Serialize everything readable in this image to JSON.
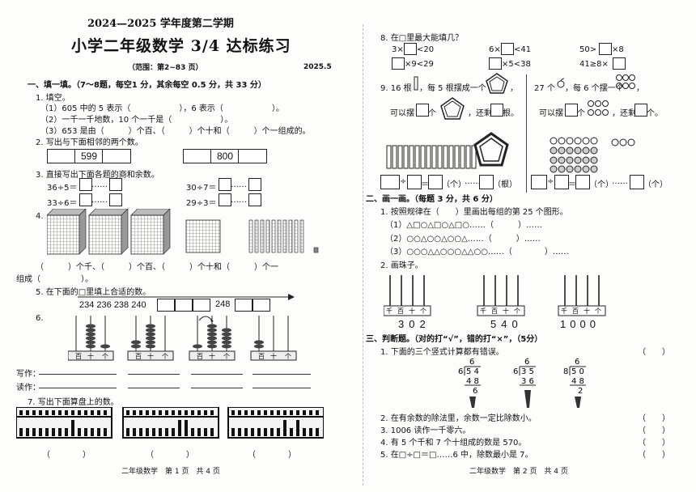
{
  "header": {
    "year": "2024—2025 学年度第二学期",
    "title": "小学二年级数学 3/4 达标练习",
    "range": "（范围：第2~83 页）",
    "date": "2025.5"
  },
  "left": {
    "sec1": "一、填一填。（7～8题，每空1 分，其余每空 0.5 分，共 33 分）",
    "q1": "1. 填空。",
    "q1_1": "（1）605 中的 5 表示（　　　　　　），6 表示（　　　　　　）。",
    "q1_2": "（2）一千一千地数，10 个一千是（　　　　　　）。",
    "q1_3": "（3）653 是由（　　　）个百、（　　　）个十和（　　　）个一组成的。",
    "q2": "2. 写出与下面相邻的两个数。",
    "q2_a": "599",
    "q2_b": "800",
    "q3": "3. 直接写出下面各题的商和余数。",
    "q3_a": "36÷5＝",
    "q3_b": "30÷7＝",
    "q3_c": "33÷6＝",
    "q3_d": "29÷3＝",
    "dots": "……",
    "q4": "4.",
    "q4_line": "（　　　）个千、（　　　）个百、（　　　）个十和（　　　）个一",
    "q4_tail": "组成（　　　　　）。",
    "q5": "5. 在下面的□里填上合适的数。",
    "q5_seq": "234  236  238  240",
    "q5_248": "248",
    "q6": "6.",
    "q6_write": "写作：",
    "q6_read": "读作：",
    "q7": "7. 写出下面算盘上的数。",
    "paren": "（　　　　）",
    "footer": "二年级数学　第 1 页　共 4 页"
  },
  "right": {
    "q8": "8. 在□里最大能填几？",
    "q8_1": "3×",
    "q8_1b": "<20",
    "q8_2": "6×",
    "q8_2b": "<41",
    "q8_3": "50>",
    "q8_3b": "×8",
    "q8_4b": "×9<29",
    "q8_5b": "×5<38",
    "q8_6": "41≥8×",
    "q9": "9. 16 根",
    "q9_b": "，每 5 根摆成一个",
    "q9_c": "，",
    "q9_can": "可以摆",
    "q9_ge": "个",
    "q9_rem": "，还剩",
    "q9_gen": "根。",
    "q9r": "27 个",
    "q9r_b": "，每 6 个摆一个",
    "q9r_c": "，",
    "q9r_ge2": "个。",
    "q9_unit1": "（个）",
    "q9_unit2": "（根）",
    "q9_unit3": "（个）",
    "q9_unit4": "（个）",
    "div": "÷",
    "eq": "＝",
    "sec2": "二、画一画。（每题 3 分，共 6 分）",
    "r1": "1. 按照规律在（　　）里画出每组的第 25 个图形。",
    "r1_1": "（1）△□○△□○△□○……（　　　）……",
    "r1_2": "（2）○○△○○△○○△……（　　　）……",
    "r1_3": "（3）○○○△△○○○△△○○……（　　　　）……",
    "r2": "2. 画珠子。",
    "beads_a": [
      "3",
      "0",
      "2"
    ],
    "beads_b": [
      "5",
      "4",
      "0"
    ],
    "beads_c": [
      "1",
      "0",
      "0",
      "0"
    ],
    "pv3": [
      "千",
      "百",
      "十",
      "个"
    ],
    "sec3": "三、判断题。（对的打“√”，错的打“×”，（5分）",
    "j1": "1. 下面的三个竖式计算都有错误。",
    "j2": "2. 在有余数的除法里，余数一定比除数小。",
    "j3": "3. 1006 读作一千零六。",
    "j4": "4. 有 5 个千和 7 个十组成的数是 570。",
    "j5": "5. 在□÷□＝□……6 中，除数最小是 7。",
    "jparen": "（　　）",
    "calc1": {
      "q": "6",
      "div": "6/54",
      "p": "48",
      "r": "6"
    },
    "calc2": {
      "q": "6",
      "div": "6/35",
      "p": "36",
      "r": ""
    },
    "calc3": {
      "q": "6",
      "div": "8/50",
      "p": "48",
      "r": "2"
    },
    "footer": "二年级数学　第 2 页　共 4 页"
  },
  "abacus_labels": [
    "百",
    "十",
    "个"
  ]
}
